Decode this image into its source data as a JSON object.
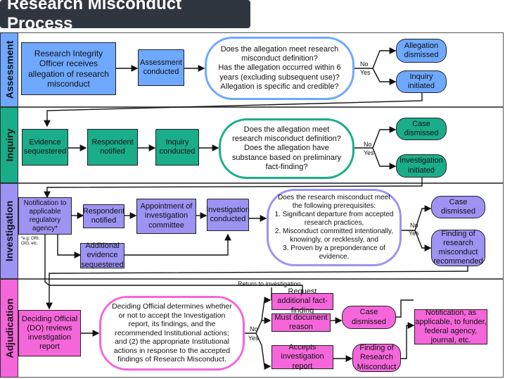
{
  "title": "Research Misconduct Process",
  "lanes": {
    "assessment": "Assessment",
    "inquiry": "Inquiry",
    "investigation": "Investigation",
    "adjudication": "Adjudication"
  },
  "assessment": {
    "start": "Research Integrity Officer receives allegation of research misconduct",
    "conducted": "Assessment conducted",
    "question": "Does the allegation meet research misconduct definition?\nHas the allegation occurred within 6 years (excluding subsequent use)?\nAllegation is specific and credible?",
    "no": "No",
    "yes": "Yes",
    "dismissed": "Allegation dismissed",
    "initiated": "Inquiry initiated"
  },
  "inquiry": {
    "evidence": "Evidence sequestered",
    "respondent": "Respondent notified",
    "conducted": "Inquiry conducted",
    "question": "Does the allegation meet research misconduct definition?\nDoes the allegation have substance based on preliminary fact-finding?",
    "no": "No",
    "yes": "Yes",
    "dismissed": "Case dismissed",
    "initiated": "Investigation initiated"
  },
  "investigation": {
    "notification": "Notification to applicable regulatory agency*",
    "footnote": "*e.g: ORI, OIG, etc.",
    "respondent": "Respondent notified",
    "committee": "Appointment of investigation committee",
    "conducted": "Investigation conducted",
    "additional": "Additional evidence sequestered",
    "question_intro": "Does the research misconduct meet the following prerequisites:",
    "q1": "1. Significant departure from accepted research practices,",
    "q2": "2. Misconduct committed intentionally, knowingly, or recklessly, and",
    "q3": "3. Proven by a preponderance of evidence.",
    "no": "No",
    "yes": "Yes",
    "dismissed": "Case dismissed",
    "finding": "Finding of research misconduct recommended"
  },
  "adjudication": {
    "return": "Return to investigation",
    "deciding": "Deciding Official (DO) reviews investigation report",
    "question": "Deciding Official determines whether or not to accept the Investigation report, its findings, and the recommended Institutional actions; and (2) the appropriate Institutional actions in response to the accepted findings of Research Misconduct.",
    "no": "No",
    "yes": "Yes",
    "request": "Request additional fact-finding",
    "must": "Must document reason",
    "dismissed": "Case dismissed",
    "accepts": "Accepts investigation report",
    "finding": "Finding of Research Misconduct",
    "notification": "Notification, as applicable, to funder, federal agency, journal, etc."
  },
  "colors": {
    "assessment": "#6ea8ff",
    "inquiry": "#1aad8a",
    "investigation": "#9c93f3",
    "adjudication": "#f566da",
    "title_bg": "#2f3640"
  }
}
